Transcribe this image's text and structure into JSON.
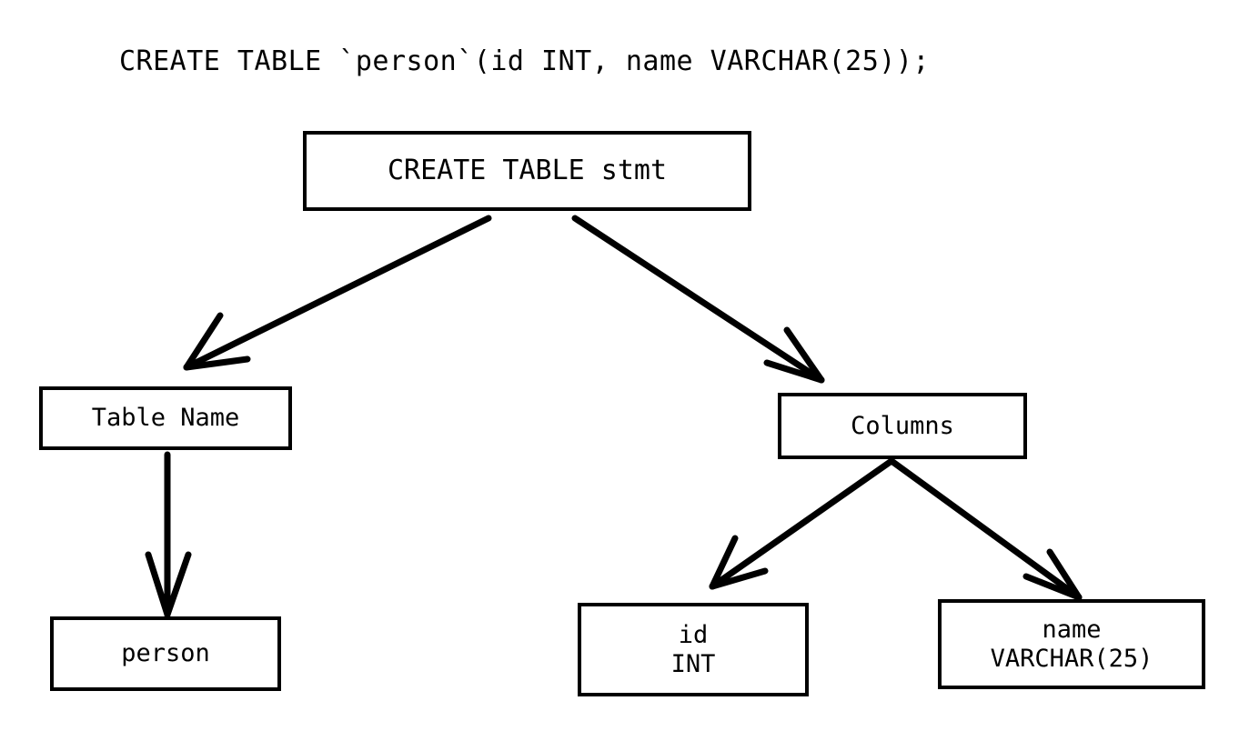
{
  "diagram": {
    "title": "CREATE TABLE `person`(id INT, name VARCHAR(25));",
    "type": "parse-tree",
    "background_color": "#ffffff",
    "stroke_color": "#000000",
    "nodes": [
      {
        "id": "root",
        "label": "CREATE TABLE stmt",
        "lines": [
          "CREATE TABLE stmt"
        ]
      },
      {
        "id": "table_name",
        "label": "Table Name",
        "lines": [
          "Table Name"
        ]
      },
      {
        "id": "person",
        "label": "person",
        "lines": [
          "person"
        ]
      },
      {
        "id": "columns",
        "label": "Columns",
        "lines": [
          "Columns"
        ]
      },
      {
        "id": "col_id",
        "label": "id INT",
        "lines": [
          "id",
          "INT"
        ]
      },
      {
        "id": "col_name",
        "label": "name VARCHAR(25)",
        "lines": [
          "name",
          "VARCHAR(25)"
        ]
      }
    ],
    "edges": [
      {
        "from": "root",
        "to": "table_name",
        "arrow": "open-v"
      },
      {
        "from": "root",
        "to": "columns",
        "arrow": "open-v"
      },
      {
        "from": "table_name",
        "to": "person",
        "arrow": "open-v"
      },
      {
        "from": "columns",
        "to": "col_id",
        "arrow": "open-v"
      },
      {
        "from": "columns",
        "to": "col_name",
        "arrow": "open-v"
      }
    ]
  }
}
